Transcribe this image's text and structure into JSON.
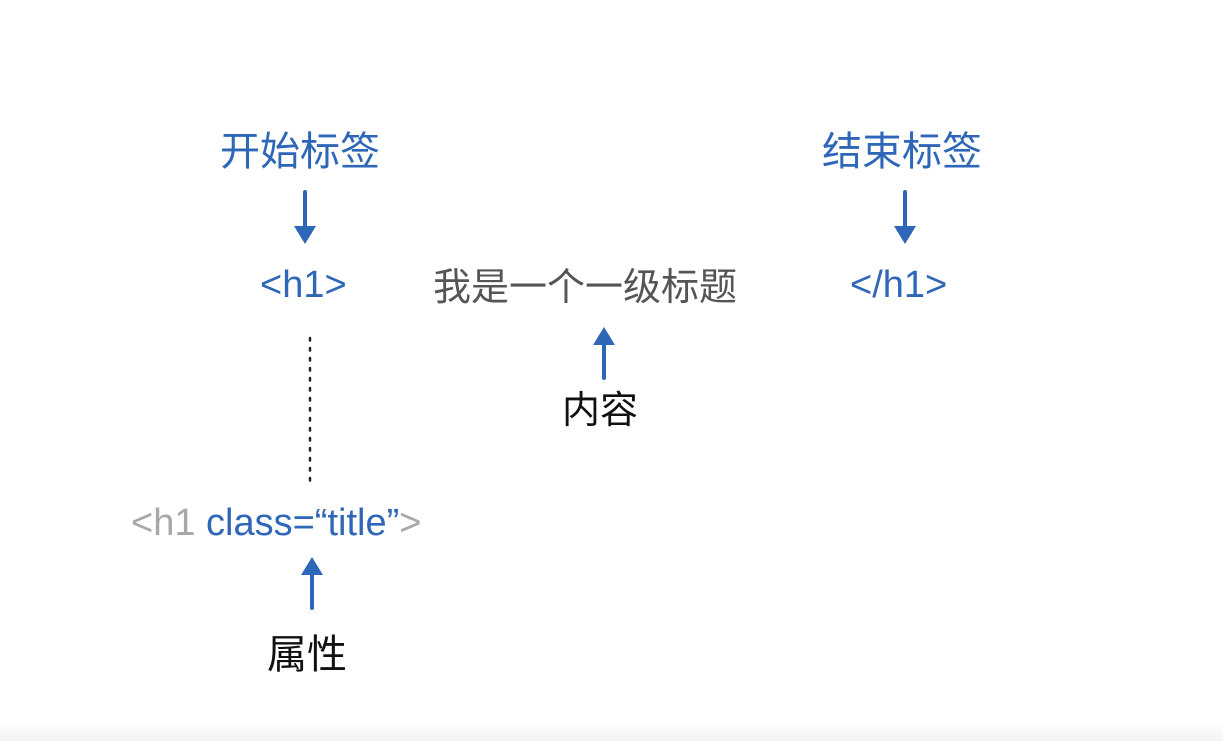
{
  "labels": {
    "open_tag_label": "开始标签",
    "close_tag_label": "结束标签",
    "content_label": "内容",
    "attribute_label": "属性"
  },
  "code": {
    "open_tag": "<h1>",
    "content": "我是一个一级标题",
    "close_tag": "</h1>",
    "attr_prefix": "<h1 ",
    "attr_text": "class=“title”",
    "attr_suffix": ">"
  },
  "colors": {
    "accent_blue": "#2f67b8",
    "content_gray": "#555555",
    "muted_gray": "#a7a7a7",
    "text_black": "#111111"
  }
}
